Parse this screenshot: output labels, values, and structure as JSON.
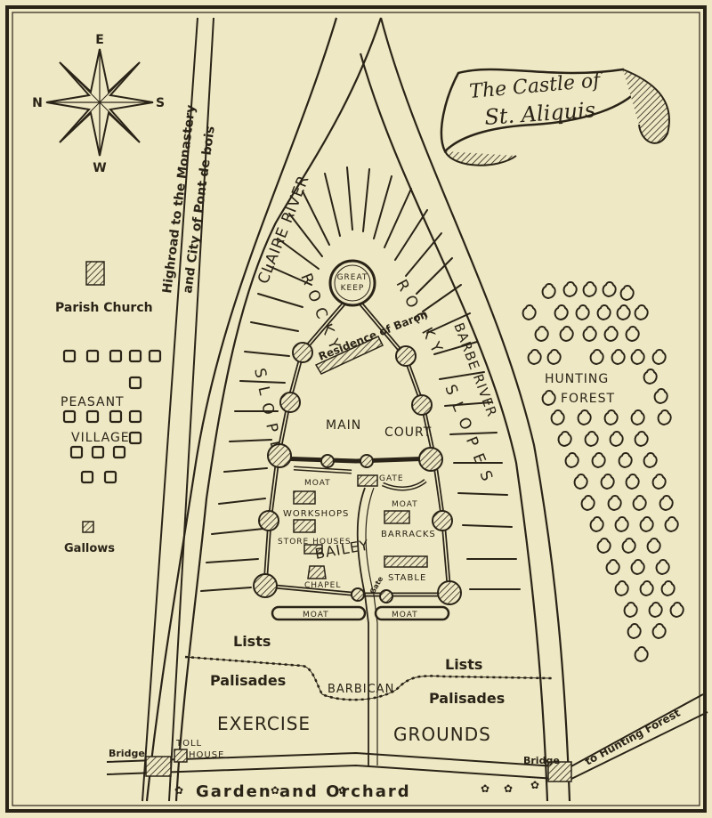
{
  "title": {
    "line1": "The Castle of",
    "line2": "St. Aliquis"
  },
  "compass": {
    "north": "N",
    "east": "E",
    "south": "S",
    "west": "W"
  },
  "roads": {
    "highroad_line1": "Highroad to the Monastery",
    "highroad_line2": "and City of Pont de bois",
    "to_forest": "to Hunting Forest"
  },
  "rivers": {
    "left": "CLAIRE RIVER",
    "right": "BARBE RIVER"
  },
  "slopes": {
    "left_top": "ROCKY",
    "left_bottom": "SLOPES",
    "right_top": "ROCKY",
    "right_bottom": "SLOPES"
  },
  "castle": {
    "keep_line1": "GREAT",
    "keep_line2": "KEEP",
    "residence": "Residence of Baron",
    "main_court_1": "MAIN",
    "main_court_2": "COURT",
    "moat": "MOAT",
    "gate": "GATE",
    "workshops": "WORKSHOPS",
    "store_houses": "STORE HOUSES",
    "bailey": "BAILEY",
    "barracks": "BARRACKS",
    "stable": "STABLE",
    "chapel": "CHAPEL",
    "outer_gate": "Gate"
  },
  "outside": {
    "lists": "Lists",
    "palisades": "Palisades",
    "barbican": "BARBICAN",
    "exercise": "EXERCISE",
    "grounds": "GROUNDS",
    "bridge": "Bridge",
    "toll_house_1": "TOLL",
    "toll_house_2": "HOUSE",
    "garden": "Garden and Orchard"
  },
  "west": {
    "parish_church": "Parish Church",
    "peasant": "PEASANT",
    "village": "VILLAGE",
    "gallows": "Gallows"
  },
  "forest": {
    "line1": "HUNTING",
    "line2": "FOREST"
  },
  "colors": {
    "paper": "#efe8c4",
    "ink": "#2a2418"
  }
}
